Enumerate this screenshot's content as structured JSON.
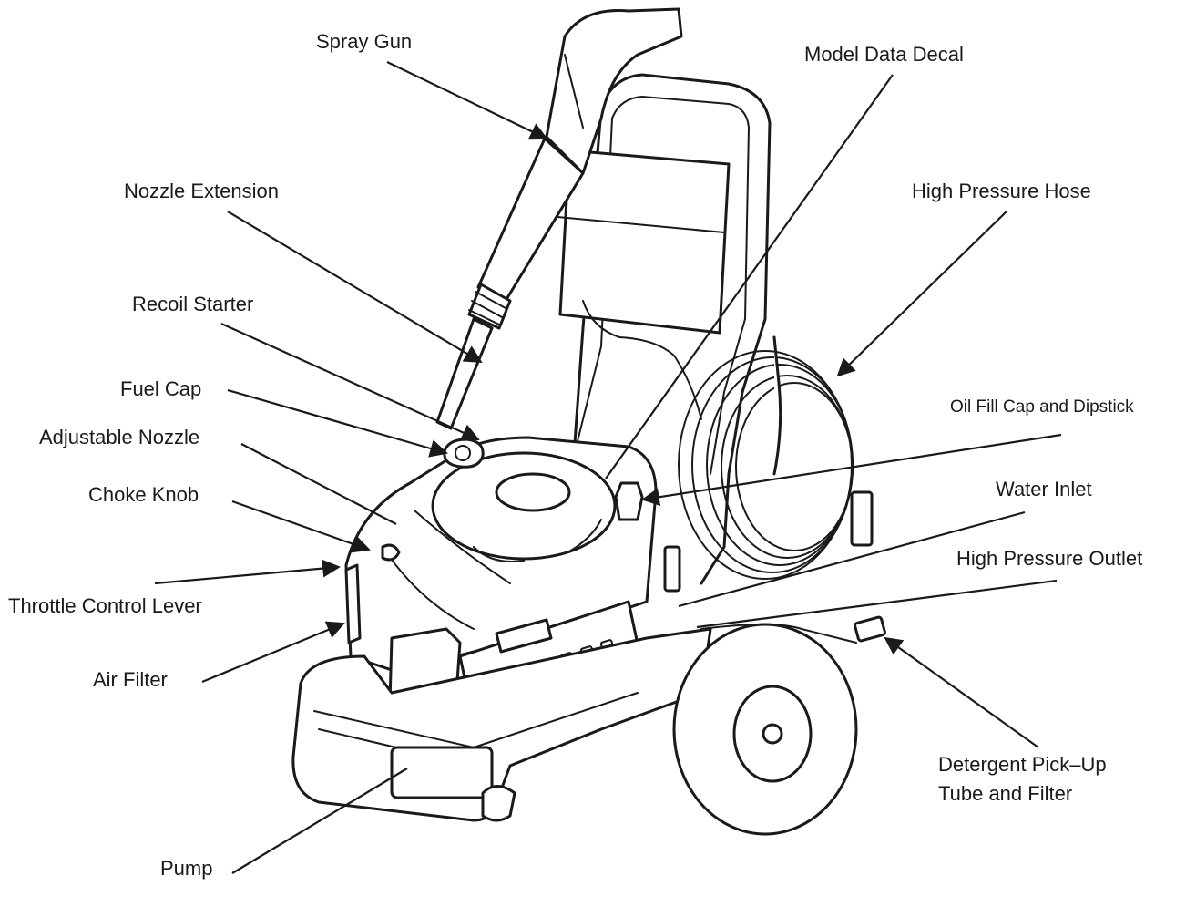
{
  "labels": {
    "spray_gun": "Spray Gun",
    "model_data_decal": "Model Data Decal",
    "nozzle_extension": "Nozzle Extension",
    "high_pressure_hose": "High Pressure Hose",
    "recoil_starter": "Recoil Starter",
    "fuel_cap": "Fuel Cap",
    "oil_fill_cap": "Oil Fill Cap and Dipstick",
    "adjustable_nozzle": "Adjustable Nozzle",
    "water_inlet": "Water Inlet",
    "choke_knob": "Choke Knob",
    "high_pressure_outlet": "High Pressure Outlet",
    "throttle_control_lever": "Throttle Control Lever",
    "air_filter": "Air Filter",
    "detergent_line1": "Detergent Pick–Up",
    "detergent_line2": "Tube and Filter",
    "pump": "Pump"
  }
}
